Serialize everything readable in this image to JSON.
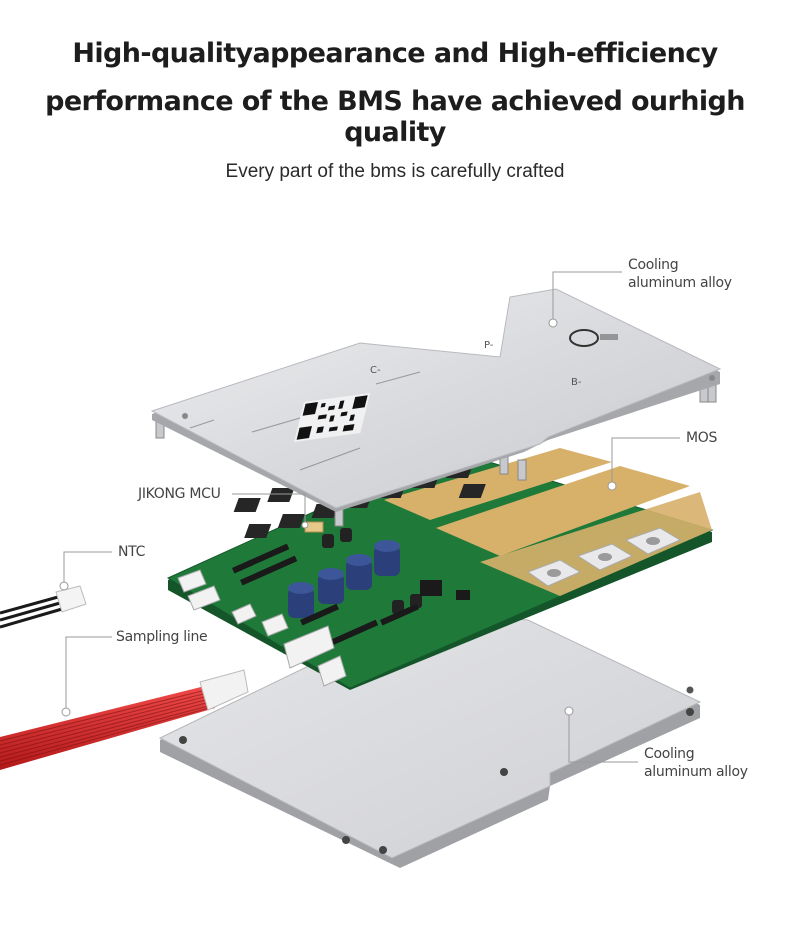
{
  "header": {
    "headline_line1": "High-qualityappearance and High-efficiency",
    "headline_line2": "performance of the BMS have achieved ourhigh quality",
    "subtitle": "Every part of the bms is carefully crafted"
  },
  "callouts": {
    "top_cooling_line1": "Cooling",
    "top_cooling_line2": "aluminum alloy",
    "mos": "MOS",
    "jikong_mcu": "JIKONG MCU",
    "ntc": "NTC",
    "sampling_line": "Sampling line",
    "bottom_cooling_line1": "Cooling",
    "bottom_cooling_line2": "aluminum alloy"
  },
  "plate_marks": {
    "c_minus": "C-",
    "p_minus": "P-",
    "b_minus": "B-"
  },
  "colors": {
    "aluminum": "#dcdde0",
    "aluminum_edge": "#aeb0b4",
    "pcb_green": "#1f7a3a",
    "copper_pad": "#d7b06a",
    "mosfet": "#2b2b2b",
    "capacitor": "#2b3f7a",
    "wire_red": "#d92626",
    "wire_black": "#1a1a1a",
    "callout_line": "#9a9a9a"
  }
}
